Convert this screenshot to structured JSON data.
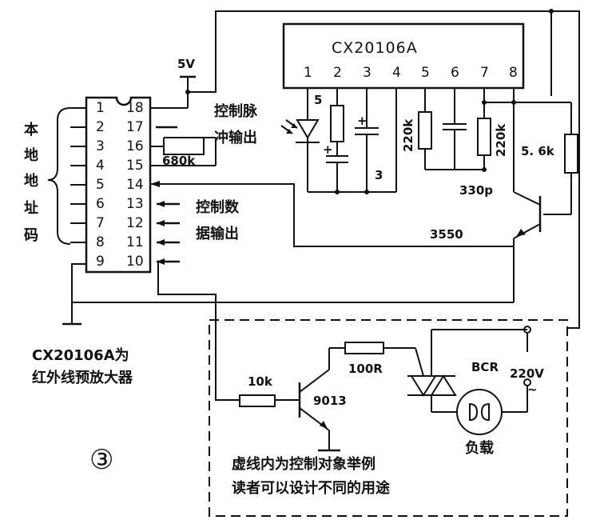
{
  "ic": {
    "name": "CX20106A",
    "pins": [
      "1",
      "2",
      "3",
      "4",
      "5",
      "6",
      "7",
      "8"
    ]
  },
  "encoder": {
    "left_pins": [
      "1",
      "2",
      "3",
      "4",
      "5",
      "6",
      "7",
      "8",
      "9"
    ],
    "right_pins": [
      "18",
      "17",
      "16",
      "15",
      "14",
      "13",
      "12",
      "11",
      "10"
    ],
    "address_label": [
      "本",
      "地",
      "地",
      "址",
      "码"
    ]
  },
  "labels": {
    "supply": "5V",
    "pulse_out_1": "控制脉",
    "pulse_out_2": "冲输出",
    "data_out_1": "控制数",
    "data_out_2": "据输出",
    "r_680k": "680k",
    "r_220k_a": "220k",
    "r_220k_b": "220k",
    "r_5_6k": "5. 6k",
    "c_330p": "330p",
    "transistor_3550": "3550",
    "num_5": "5",
    "num_3": "3",
    "r_10k": "10k",
    "r_100r": "100R",
    "transistor_9013": "9013",
    "bcr": "BCR",
    "ac_220v": "220V",
    "ac_symbol": "~",
    "load": "负载",
    "note_cx_1": "CX20106A为",
    "note_cx_2": "红外线预放大器",
    "note_dash_1": "虚线内为控制对象举例",
    "note_dash_2": "读者可以设计不同的用途",
    "figure_no": "③"
  }
}
